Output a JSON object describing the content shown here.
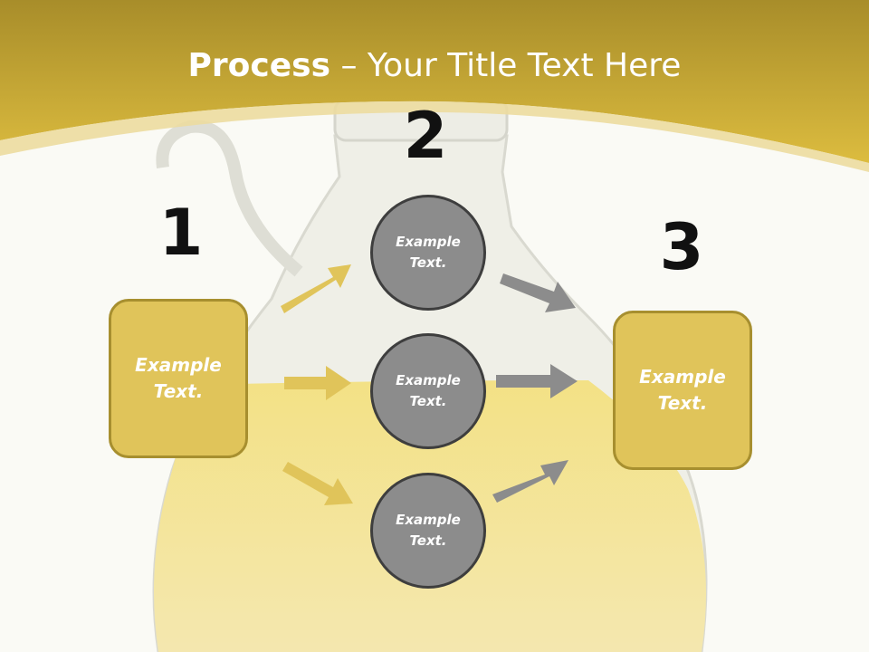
{
  "title": {
    "bold": "Process",
    "rest": " – Your Title Text Here"
  },
  "steps": {
    "one": "1",
    "two": "2",
    "three": "3"
  },
  "left_box": {
    "line1": "Example",
    "line2": "Text."
  },
  "right_box": {
    "line1": "Example",
    "line2": "Text."
  },
  "circles": [
    {
      "line1": "Example",
      "line2": "Text."
    },
    {
      "line1": "Example",
      "line2": "Text."
    },
    {
      "line1": "Example",
      "line2": "Text."
    }
  ],
  "colors": {
    "header_gold": "#d9b93e",
    "box_fill": "#e0c45a",
    "box_border": "#a78f2f",
    "circle_fill": "#8c8c8c",
    "yellow_arrow": "#e0c45a",
    "gray_arrow": "#8c8c8c"
  }
}
